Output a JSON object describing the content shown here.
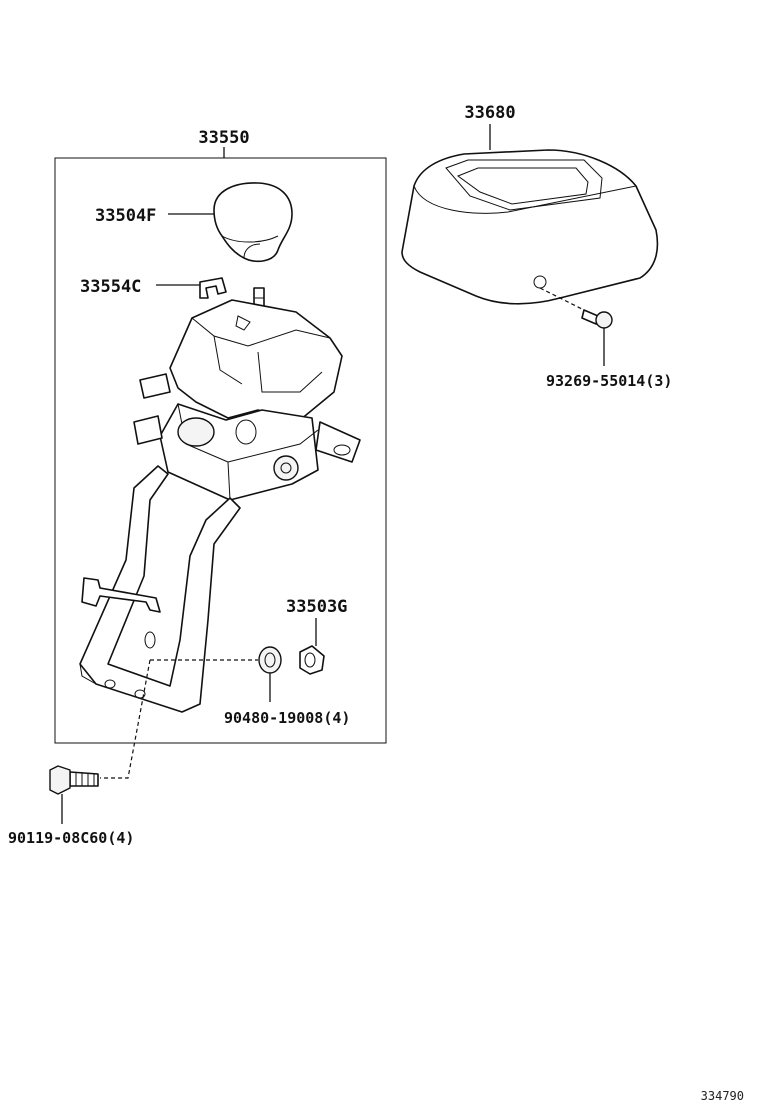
{
  "diagram": {
    "group_label": "33550",
    "reference_number": "334790",
    "parts": [
      {
        "id": "shift-knob",
        "number": "33504F"
      },
      {
        "id": "clip",
        "number": "33554C"
      },
      {
        "id": "console-cover",
        "number": "33680"
      },
      {
        "id": "cover-screw",
        "number": "93269-55014(3)"
      },
      {
        "id": "bushing",
        "number": "33503G"
      },
      {
        "id": "grommet",
        "number": "90480-19008(4)"
      },
      {
        "id": "mount-bolt",
        "number": "90119-08C60(4)"
      }
    ]
  }
}
